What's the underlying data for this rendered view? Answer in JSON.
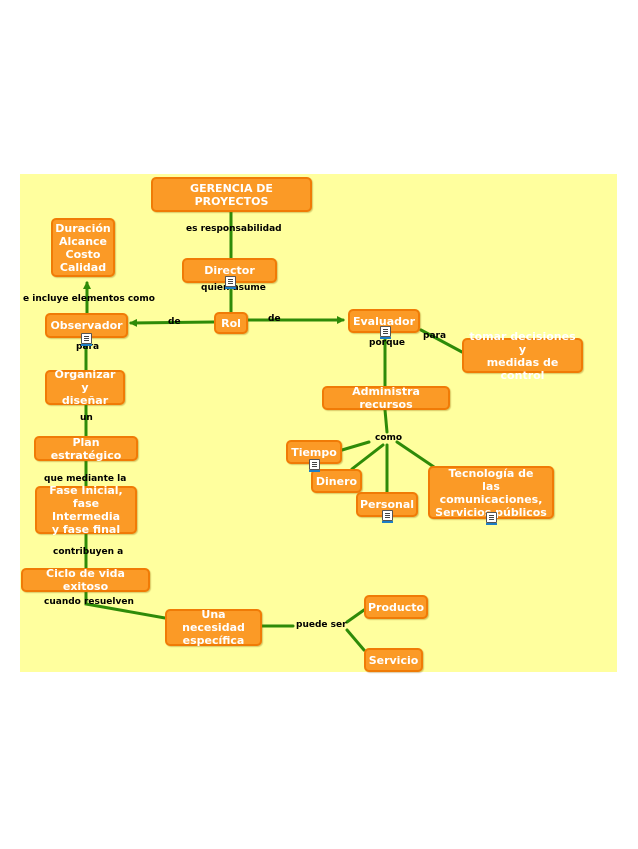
{
  "colors": {
    "node_fill": "#fb9a26",
    "node_border": "#f07b06",
    "link": "#2e8b08",
    "canvas": "#ffff9e"
  },
  "nodes": {
    "gerencia": "GERENCIA DE PROYECTOS",
    "duracion": "Duración\nAlcance\nCosto\nCalidad",
    "director": "Director",
    "observador": "Observador",
    "rol": "Rol",
    "evaluador": "Evaluador",
    "tomar": "tomar decisiones y\nmedidas de control",
    "organizar": "Organizar y\ndiseñar",
    "administra": "Administra recursos",
    "plan": "Plan estratégico",
    "tiempo": "Tiempo",
    "dinero": "Dinero",
    "personal": "Personal",
    "tecnologia": "Tecnología de\nlas comunicaciones,\nServicios públicos",
    "fase": "Fase Inicial,\nfase Intermedia\ny fase final",
    "ciclo": "Ciclo de vida exitoso",
    "producto": "Producto",
    "necesidad": "Una necesidad\nespecífica",
    "servicio": "Servicio"
  },
  "labels": {
    "es_responsabilidad": "es responsabilidad",
    "quien_asume": "quien asume",
    "que_incluye": "e incluye  elementos como",
    "de_left": "de",
    "de_right": "de",
    "para_obs": "para",
    "porque": "porque",
    "para_eval": "para",
    "un": "un",
    "como": "como",
    "que_mediante": "que mediante la",
    "contribuyen": "contribuyen a",
    "cuando_resuelven": "cuando resuelven",
    "puede_ser": "puede ser"
  },
  "icons": [
    "document-icon"
  ]
}
